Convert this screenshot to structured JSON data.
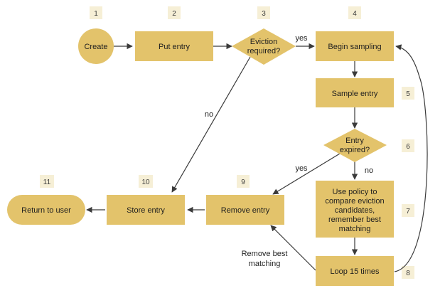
{
  "colors": {
    "node_fill": "#E3C36B",
    "badge_fill": "#F6EFD6",
    "edge": "#3a3a3a",
    "text": "#1f1f1f"
  },
  "nodes": {
    "create": {
      "step": "1",
      "label": "Create"
    },
    "put_entry": {
      "step": "2",
      "label": "Put entry"
    },
    "eviction": {
      "step": "3",
      "label_line1": "Eviction",
      "label_line2": "required?"
    },
    "begin_sampling": {
      "step": "4",
      "label": "Begin sampling"
    },
    "sample_entry": {
      "step": "5",
      "label": "Sample entry"
    },
    "entry_expired": {
      "step": "6",
      "label_line1": "Entry",
      "label_line2": "expired?"
    },
    "use_policy": {
      "step": "7",
      "lines": [
        "Use policy to",
        "compare eviction",
        "candidates,",
        "remember best",
        "matching"
      ]
    },
    "loop": {
      "step": "8",
      "label": "Loop 15 times"
    },
    "remove_entry": {
      "step": "9",
      "label": "Remove entry"
    },
    "store_entry": {
      "step": "10",
      "label": "Store entry"
    },
    "return_user": {
      "step": "11",
      "label": "Return to user"
    }
  },
  "edges": {
    "yes_top": "yes",
    "no_left": "no",
    "yes_mid": "yes",
    "no_mid": "no",
    "remove_best_line1": "Remove best",
    "remove_best_line2": "matching"
  }
}
